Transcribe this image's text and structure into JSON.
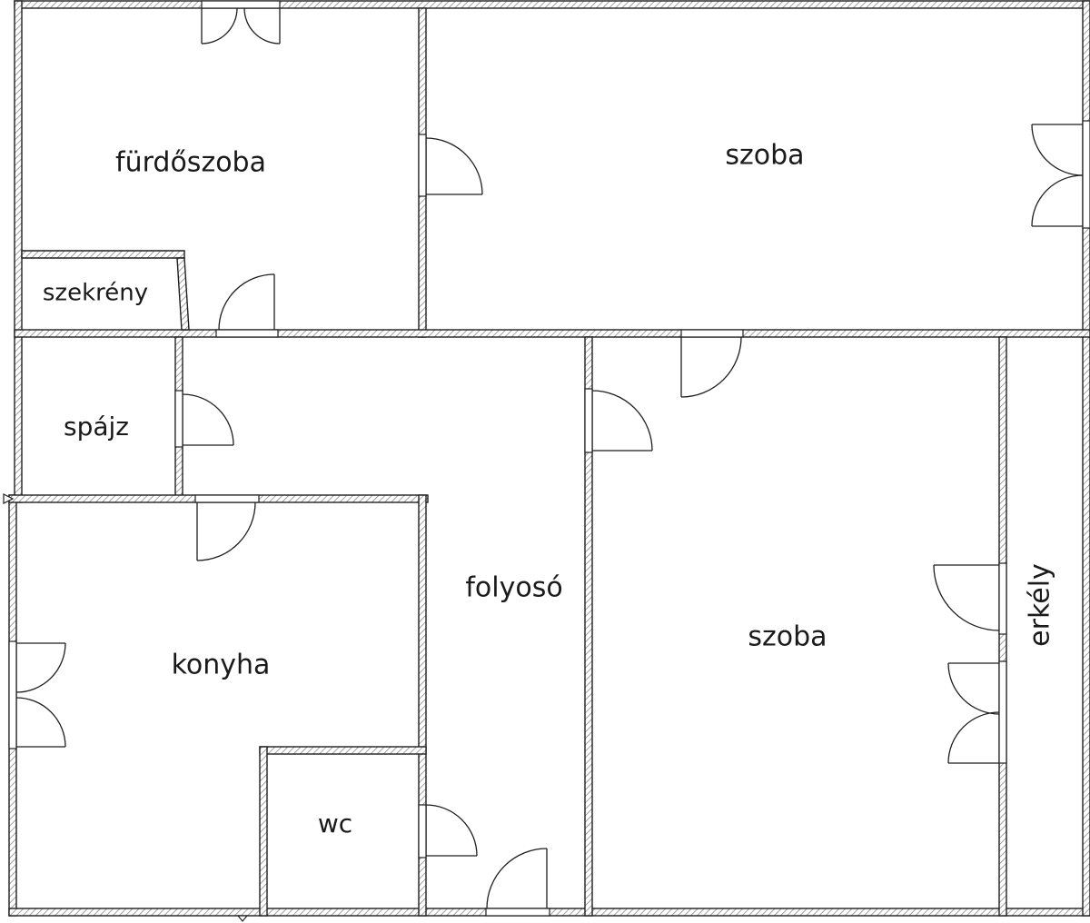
{
  "floor_plan": {
    "rooms": {
      "furdoszoba": "fürdőszoba",
      "szoba_top": "szoba",
      "szekreny": "szekrény",
      "spajz": "spájz",
      "folyoso": "folyosó",
      "szoba_main": "szoba",
      "erkely": "erkély",
      "konyha": "konyha",
      "wc": "wc"
    },
    "colors": {
      "wall_outline": "#1e1e1e",
      "wall_hatch": "#8a8a8a",
      "background": "#ffffff",
      "label": "#1a1a1a"
    }
  }
}
